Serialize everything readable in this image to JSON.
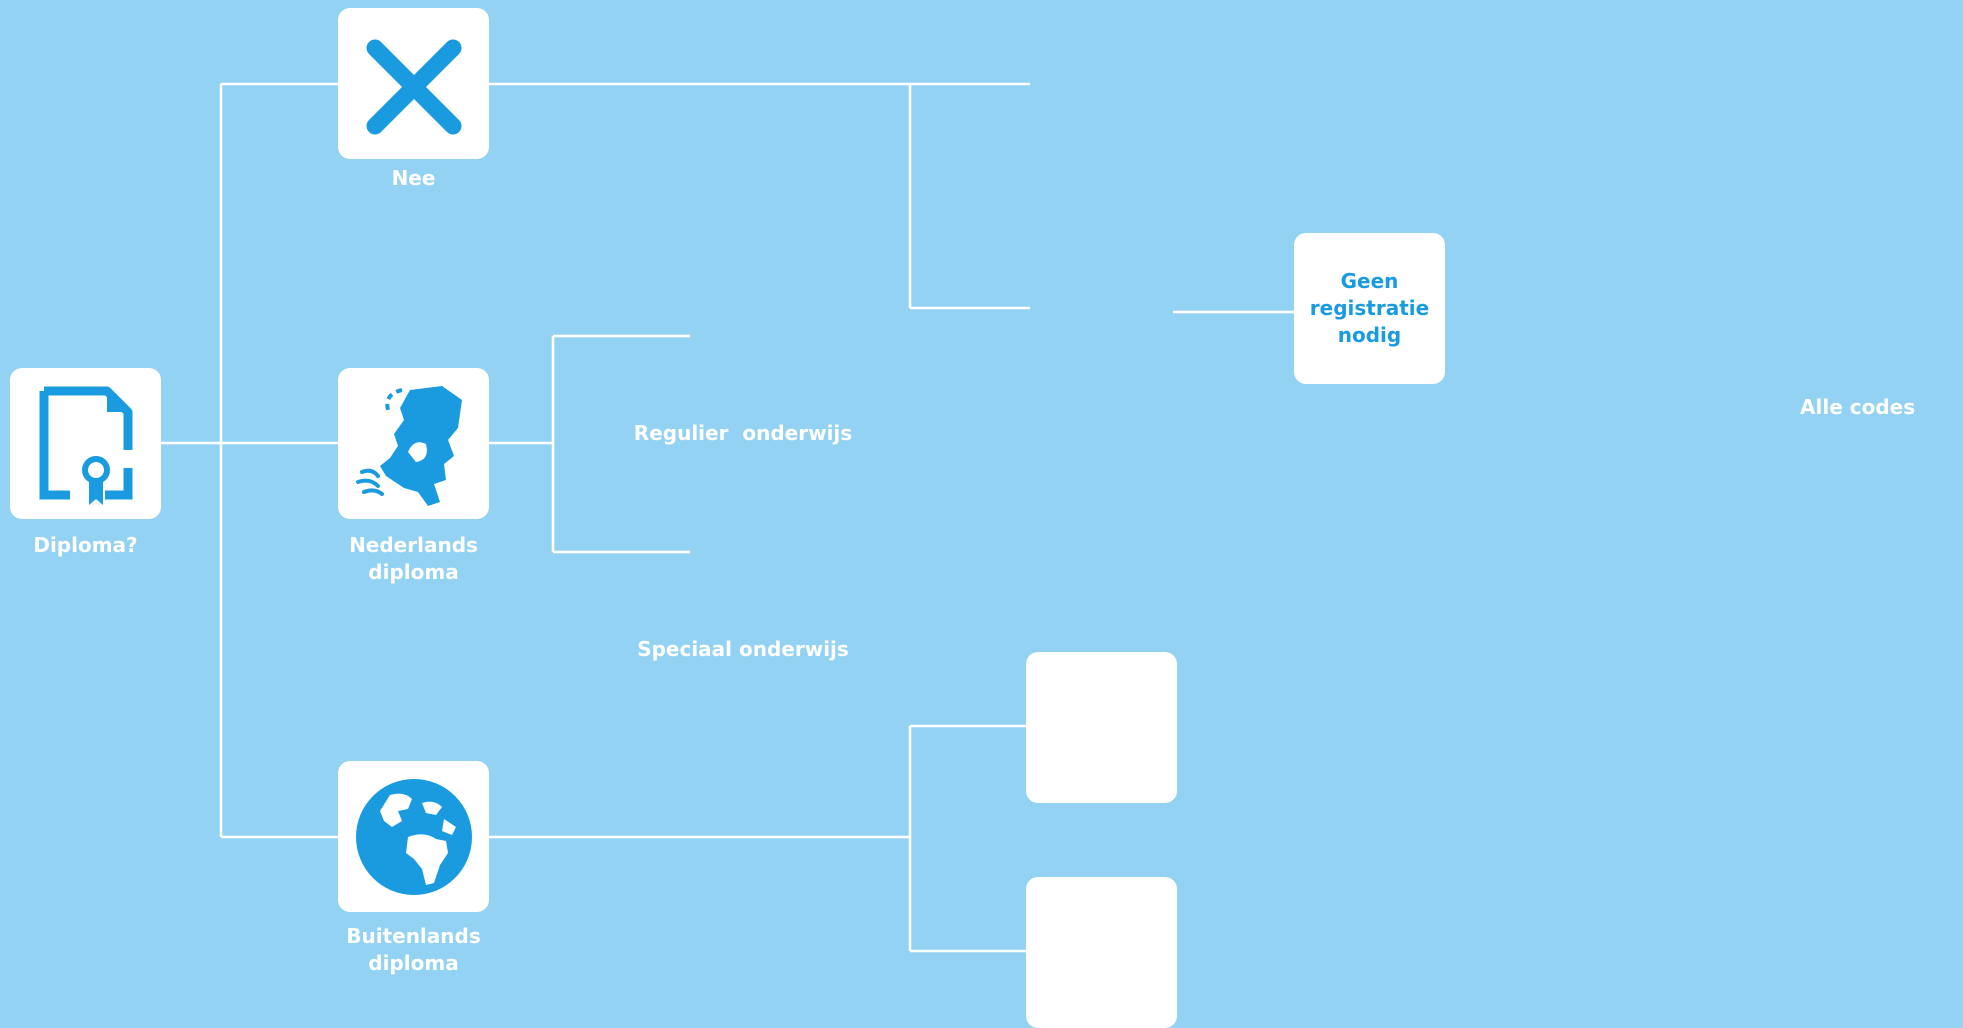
{
  "colors": {
    "background": "#94d2f3",
    "icon_blue": "#1a9be0",
    "line": "#ffffff",
    "box": "#ffffff"
  },
  "nodes": {
    "diploma": {
      "label": "Diploma?",
      "icon": "diploma-certificate-icon"
    },
    "nee": {
      "label": "Nee",
      "icon": "close-x-icon"
    },
    "nederlands": {
      "label_line1": "Nederlands",
      "label_line2": "diploma",
      "icon": "netherlands-map-icon"
    },
    "buitenlands": {
      "label_line1": "Buitenlands",
      "label_line2": "diploma",
      "icon": "globe-icon"
    },
    "geen": {
      "line1": "Geen",
      "line2": "registratie",
      "line3": "nodig"
    }
  },
  "branches": {
    "regulier": "Regulier  onderwijs",
    "speciaal": "Speciaal onderwijs",
    "alle_codes": "Alle codes"
  }
}
